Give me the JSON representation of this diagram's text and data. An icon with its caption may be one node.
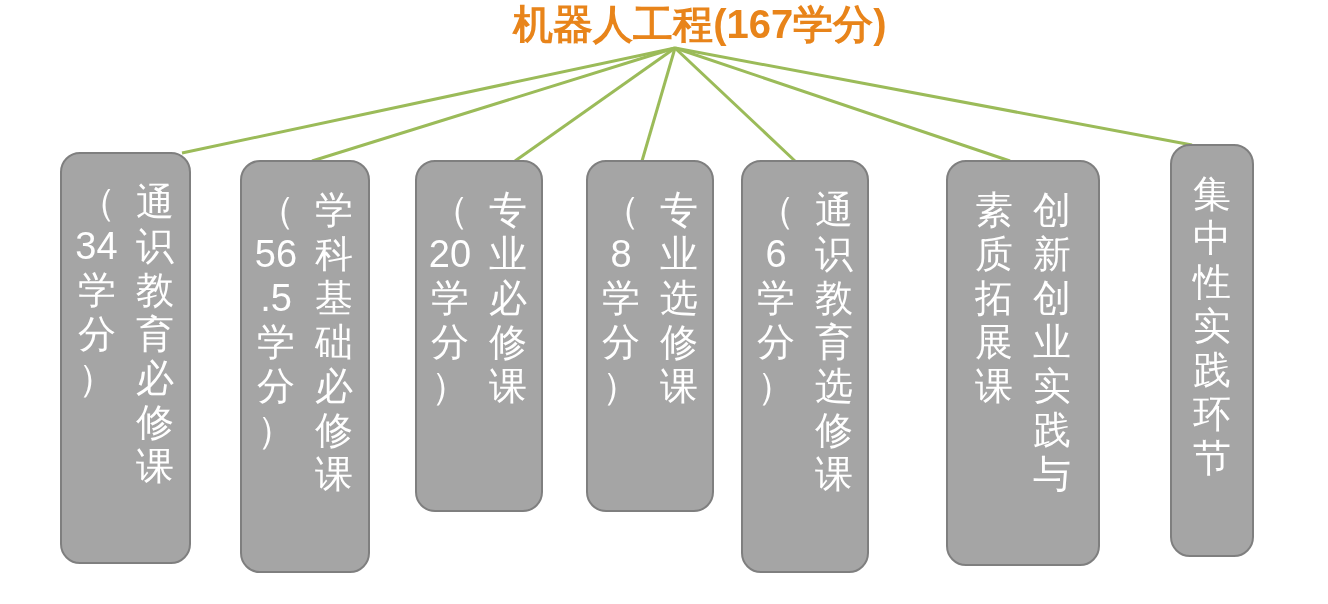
{
  "diagram": {
    "nodes": [
      {
        "text": [
          "机器人工程(167学分)"
        ]
      },
      {
        "text": [
          "通识教育必修课（34学分）"
        ]
      },
      {
        "text": [
          "学科基础必修课（56.5学分）"
        ]
      },
      {
        "text": [
          "专业必修课（20学分）"
        ]
      },
      {
        "text": [
          "专业选修课（8学分）"
        ]
      },
      {
        "text": [
          "通识教育选修课（6学分）"
        ]
      },
      {
        "text": [
          "创新创业实践与素质拓展课"
        ]
      },
      {
        "text": [
          "集中性实践环节"
        ]
      }
    ],
    "edges": [
      {
        "from": 0,
        "to": 1,
        "arrow": "none"
      },
      {
        "from": 0,
        "to": 2,
        "arrow": "none"
      },
      {
        "from": 0,
        "to": 3,
        "arrow": "none"
      },
      {
        "from": 0,
        "to": 4,
        "arrow": "none"
      },
      {
        "from": 0,
        "to": 5,
        "arrow": "none"
      },
      {
        "from": 0,
        "to": 6,
        "arrow": "none"
      },
      {
        "from": 0,
        "to": 7,
        "arrow": "none"
      }
    ]
  }
}
